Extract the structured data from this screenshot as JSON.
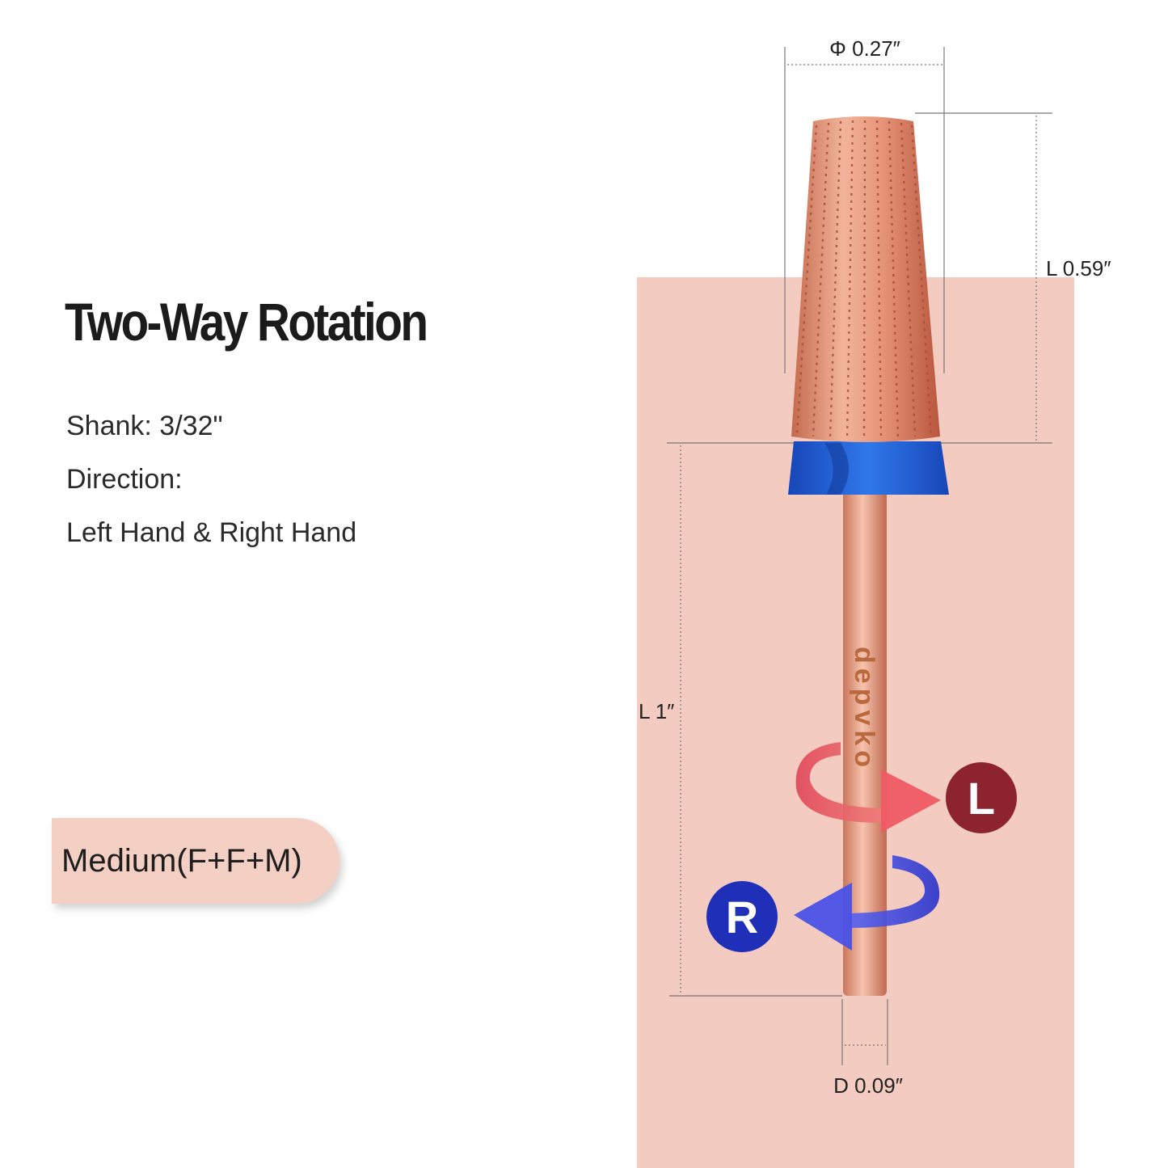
{
  "headline": "Two-Way Rotation",
  "specs": {
    "shank": "Shank: 3/32\"",
    "direction": "Direction:",
    "hands": "Left Hand & Right Hand"
  },
  "grade": "Medium(F+F+M)",
  "dimensions": {
    "diameter_top": "Φ 0.27″",
    "head_length": "L 0.59″",
    "total_length": "L 1″",
    "shank_diameter": "D 0.09″"
  },
  "brand": "depvko",
  "rotation": {
    "left_letter": "L",
    "right_letter": "R",
    "left_color": "#8e2330",
    "right_color": "#1f2fb8"
  },
  "colors": {
    "panel": "#f4cbc1",
    "bit": "#e39577",
    "collar": "#1f5fd6"
  }
}
